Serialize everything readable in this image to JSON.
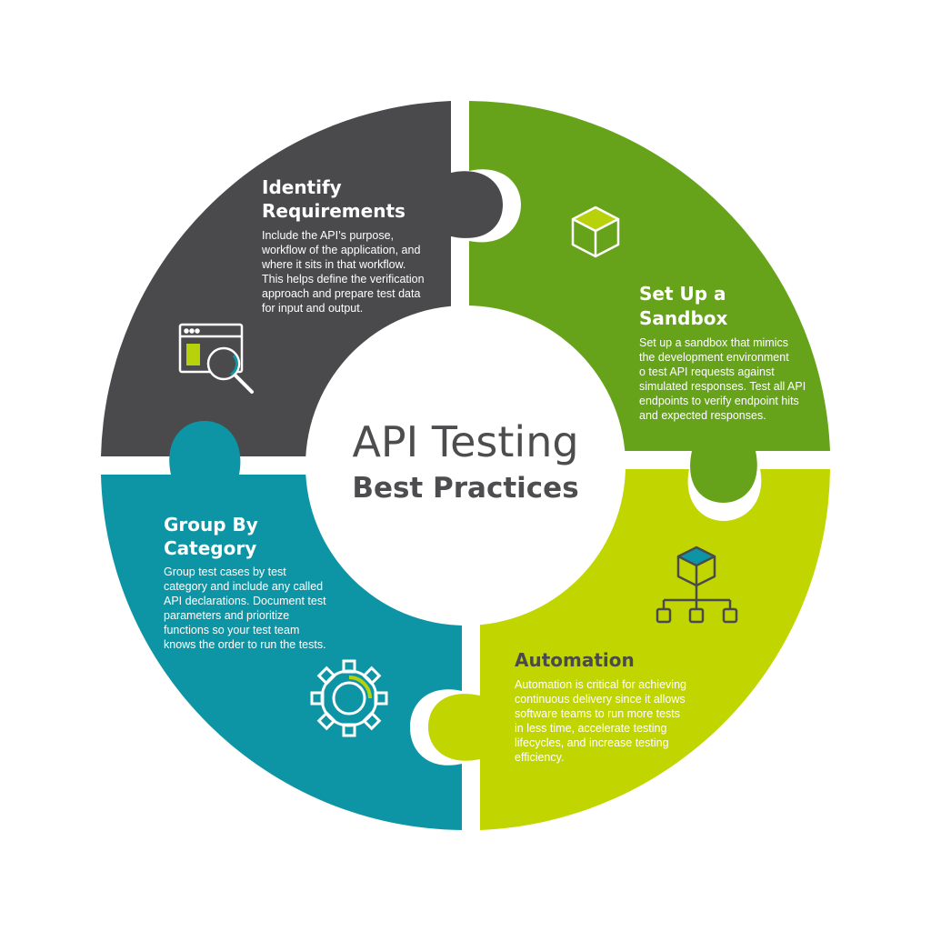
{
  "colors": {
    "identify": "#4a4a4d",
    "sandbox": "#66a31a",
    "group": "#0e95a5",
    "automation": "#c1d600",
    "center_text": "#4d4d4f",
    "icon_accent": "#b7d20b"
  },
  "center": {
    "title": "API Testing",
    "subtitle": "Best Practices"
  },
  "segments": {
    "identify": {
      "title_line1": "Identify",
      "title_line2": "Requirements",
      "body": [
        "Include the API’s purpose,",
        "workflow of the application, and",
        "where it sits in that workflow.",
        "This helps define the verification",
        "approach and prepare test data",
        "for input and output."
      ],
      "icon": "browser-search-icon"
    },
    "sandbox": {
      "title_line1": "Set Up a",
      "title_line2": "Sandbox",
      "body": [
        "Set up a sandbox that mimics",
        "the development environment",
        "o test API requests against",
        "simulated responses. Test all API",
        "endpoints to verify endpoint hits",
        "and expected responses."
      ],
      "icon": "cube-icon"
    },
    "automation": {
      "title_line1": "Automation",
      "body": [
        "Automation is critical for achieving",
        "continuous delivery since it allows",
        "software teams to run more tests",
        "in less time, accelerate testing",
        "lifecycles, and increase testing",
        "efficiency."
      ],
      "icon": "cube-hierarchy-icon"
    },
    "group": {
      "title_line1": "Group By",
      "title_line2": "Category",
      "body": [
        "Group test cases by test",
        "category and include any called",
        "API declarations. Document test",
        "parameters and prioritize",
        "functions so your test team",
        "knows the order to run the tests."
      ],
      "icon": "gear-icon"
    }
  }
}
